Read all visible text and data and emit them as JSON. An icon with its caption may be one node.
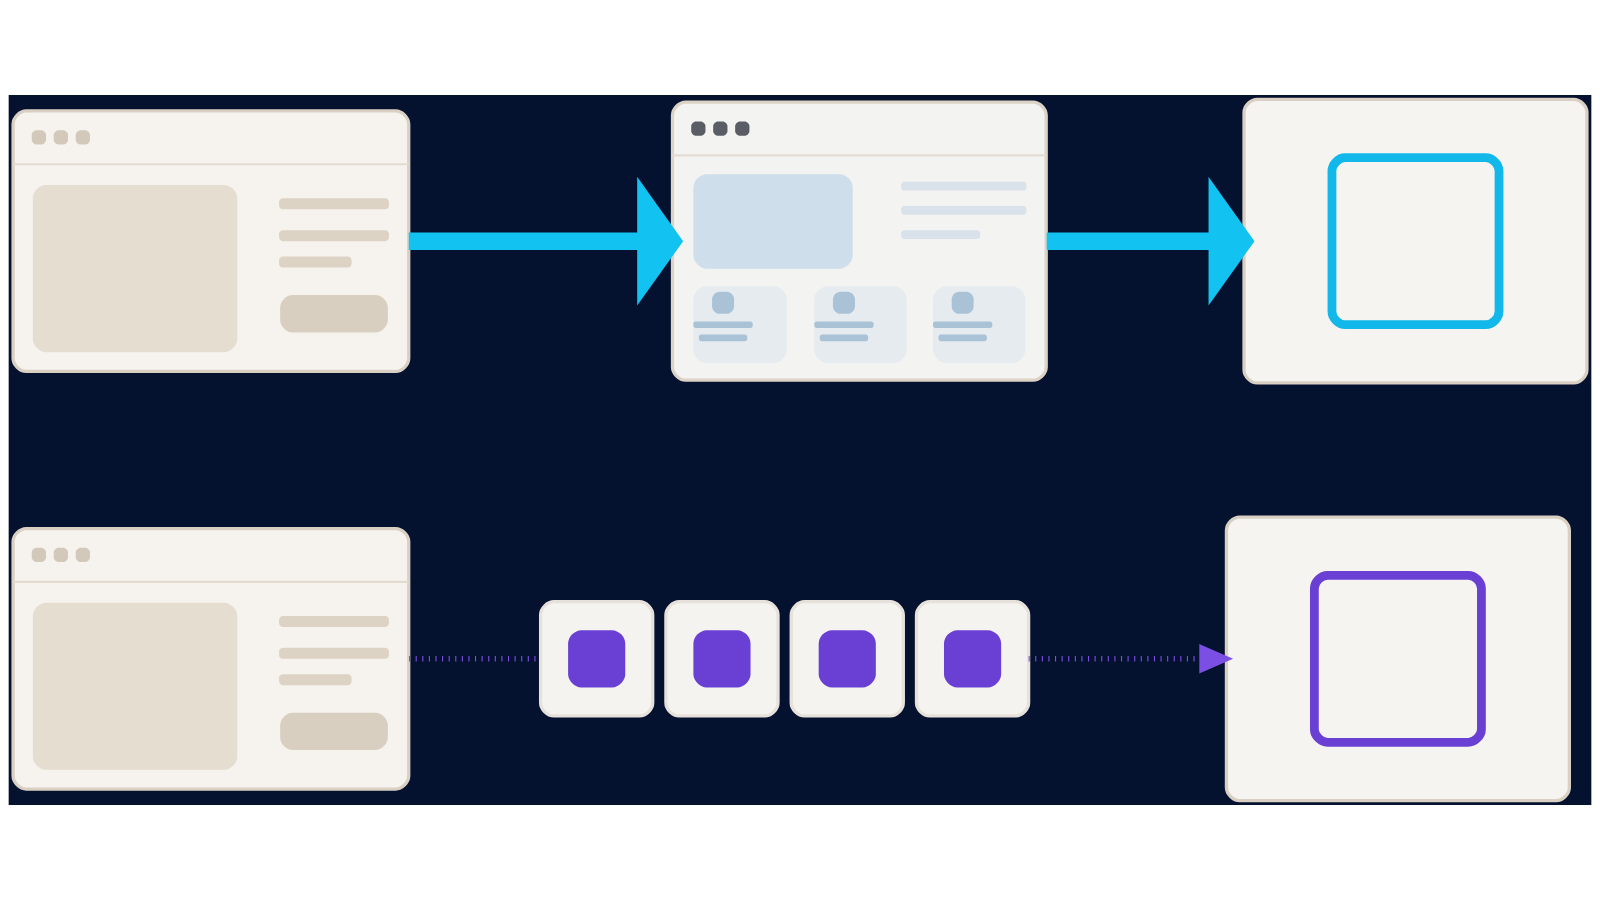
{
  "diagram": {
    "nodes": [
      {
        "text": [],
        "shape": "picture"
      },
      {
        "text": [],
        "shape": "picture"
      },
      {
        "text": [],
        "shape": "picture"
      },
      {
        "text": [],
        "shape": "picture"
      },
      {
        "text": [],
        "shape": "picture"
      },
      {
        "text": [],
        "shape": "picture"
      },
      {
        "text": [],
        "shape": "picture"
      },
      {
        "text": [],
        "shape": "picture"
      },
      {
        "text": [],
        "shape": "picture"
      }
    ],
    "edges": [
      {
        "from": 0,
        "to": 1,
        "arrow": "to",
        "style": "thick",
        "color": "#12c3f2"
      },
      {
        "from": 1,
        "to": 2,
        "arrow": "to",
        "style": "thick",
        "color": "#12c3f2"
      },
      {
        "from": 3,
        "to": 4,
        "arrow": "none",
        "style": "dashed",
        "color": "#7b4fe3"
      },
      {
        "from": 7,
        "to": 8,
        "arrow": "to",
        "style": "dashed",
        "color": "#7b4fe3"
      }
    ]
  }
}
